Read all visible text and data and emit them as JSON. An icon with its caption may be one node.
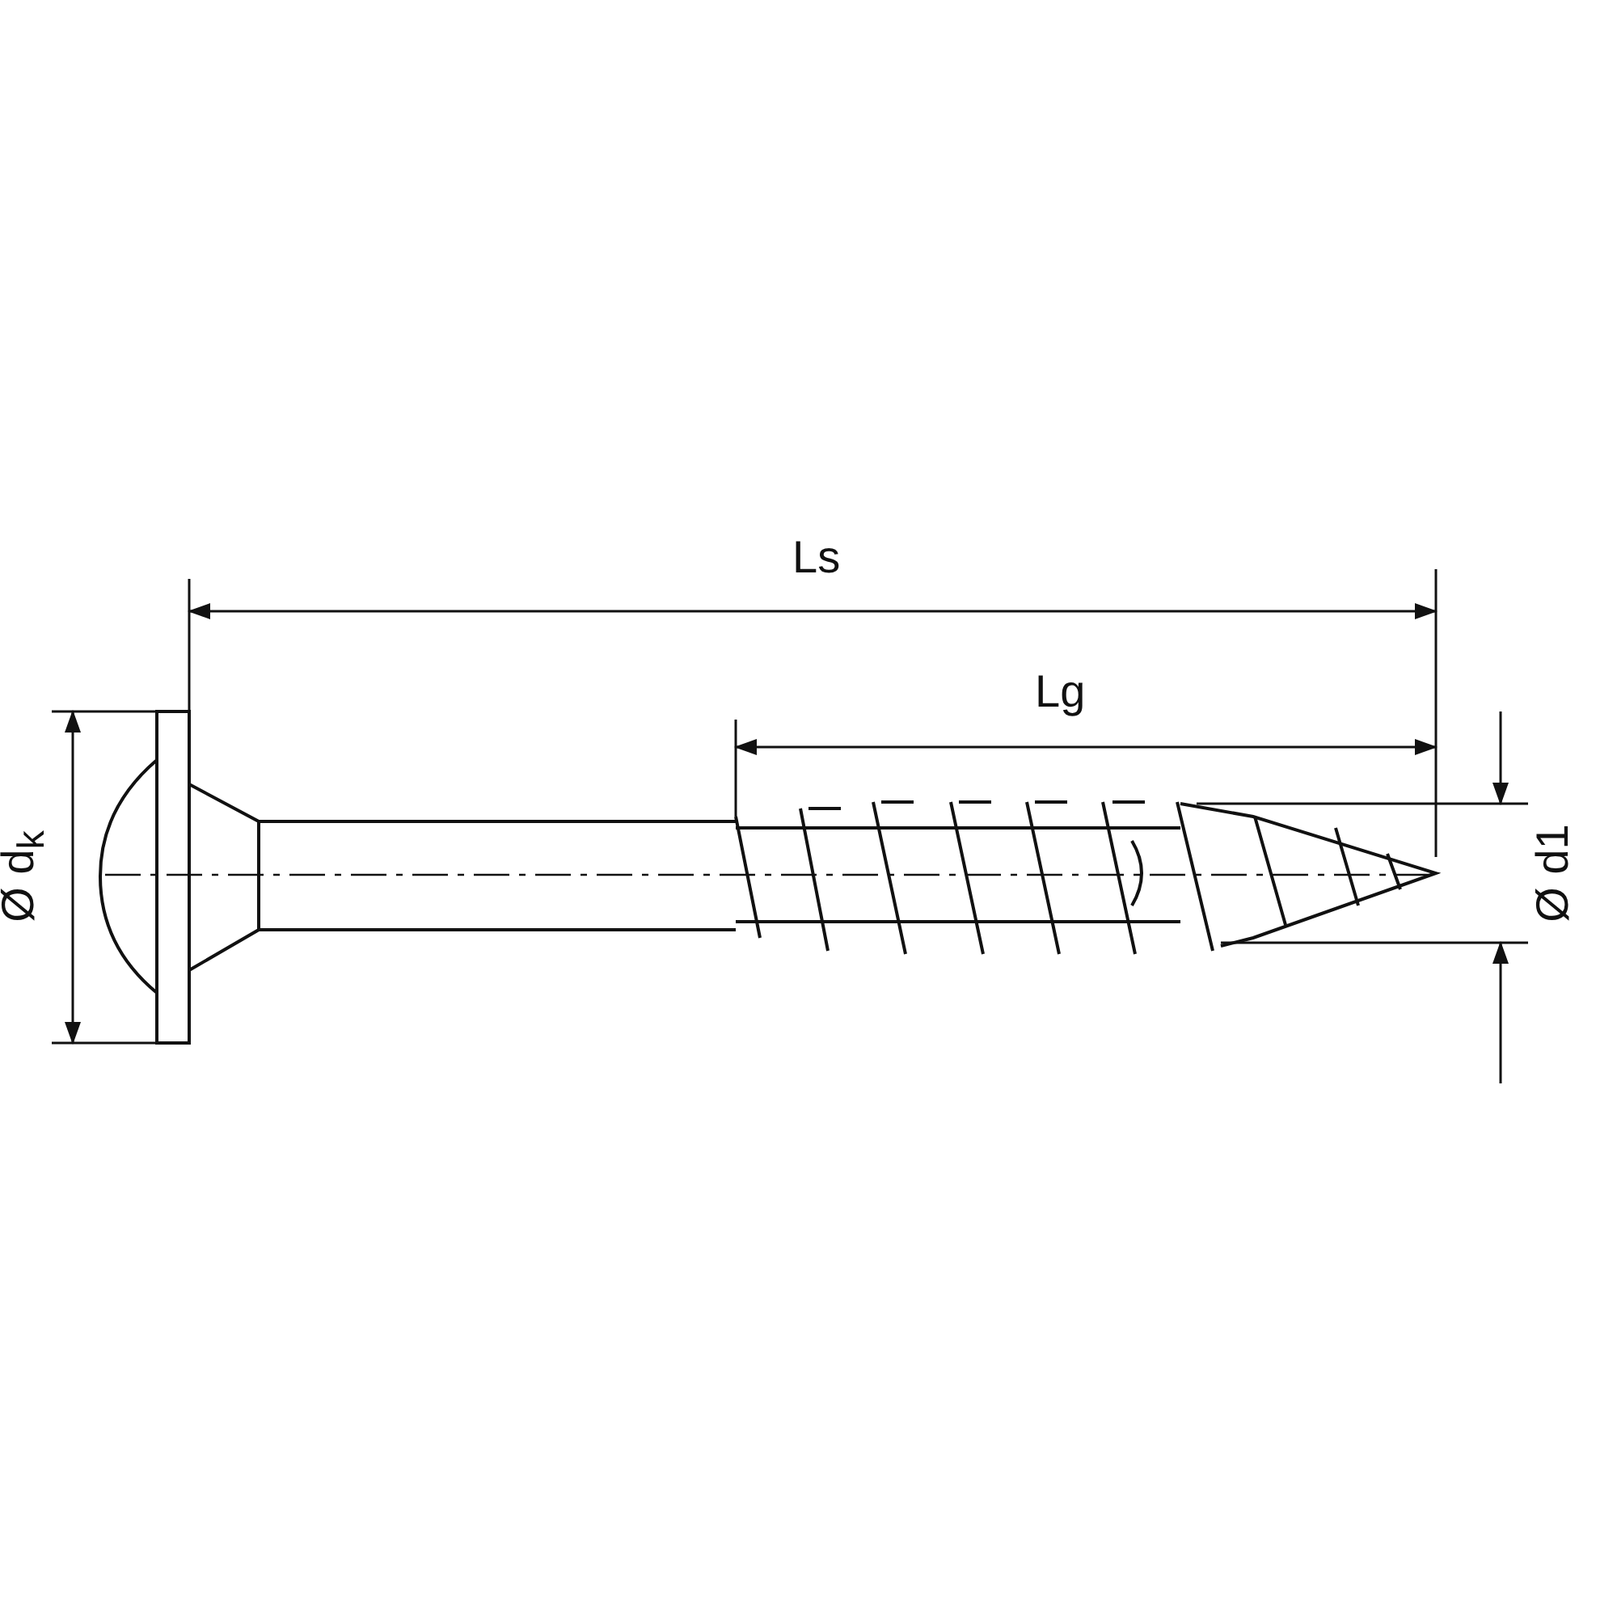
{
  "diagram": {
    "labels": [
      "Ls",
      "Lg",
      "Ø d$_{k}$",
      "Ø d1"
    ]
  }
}
